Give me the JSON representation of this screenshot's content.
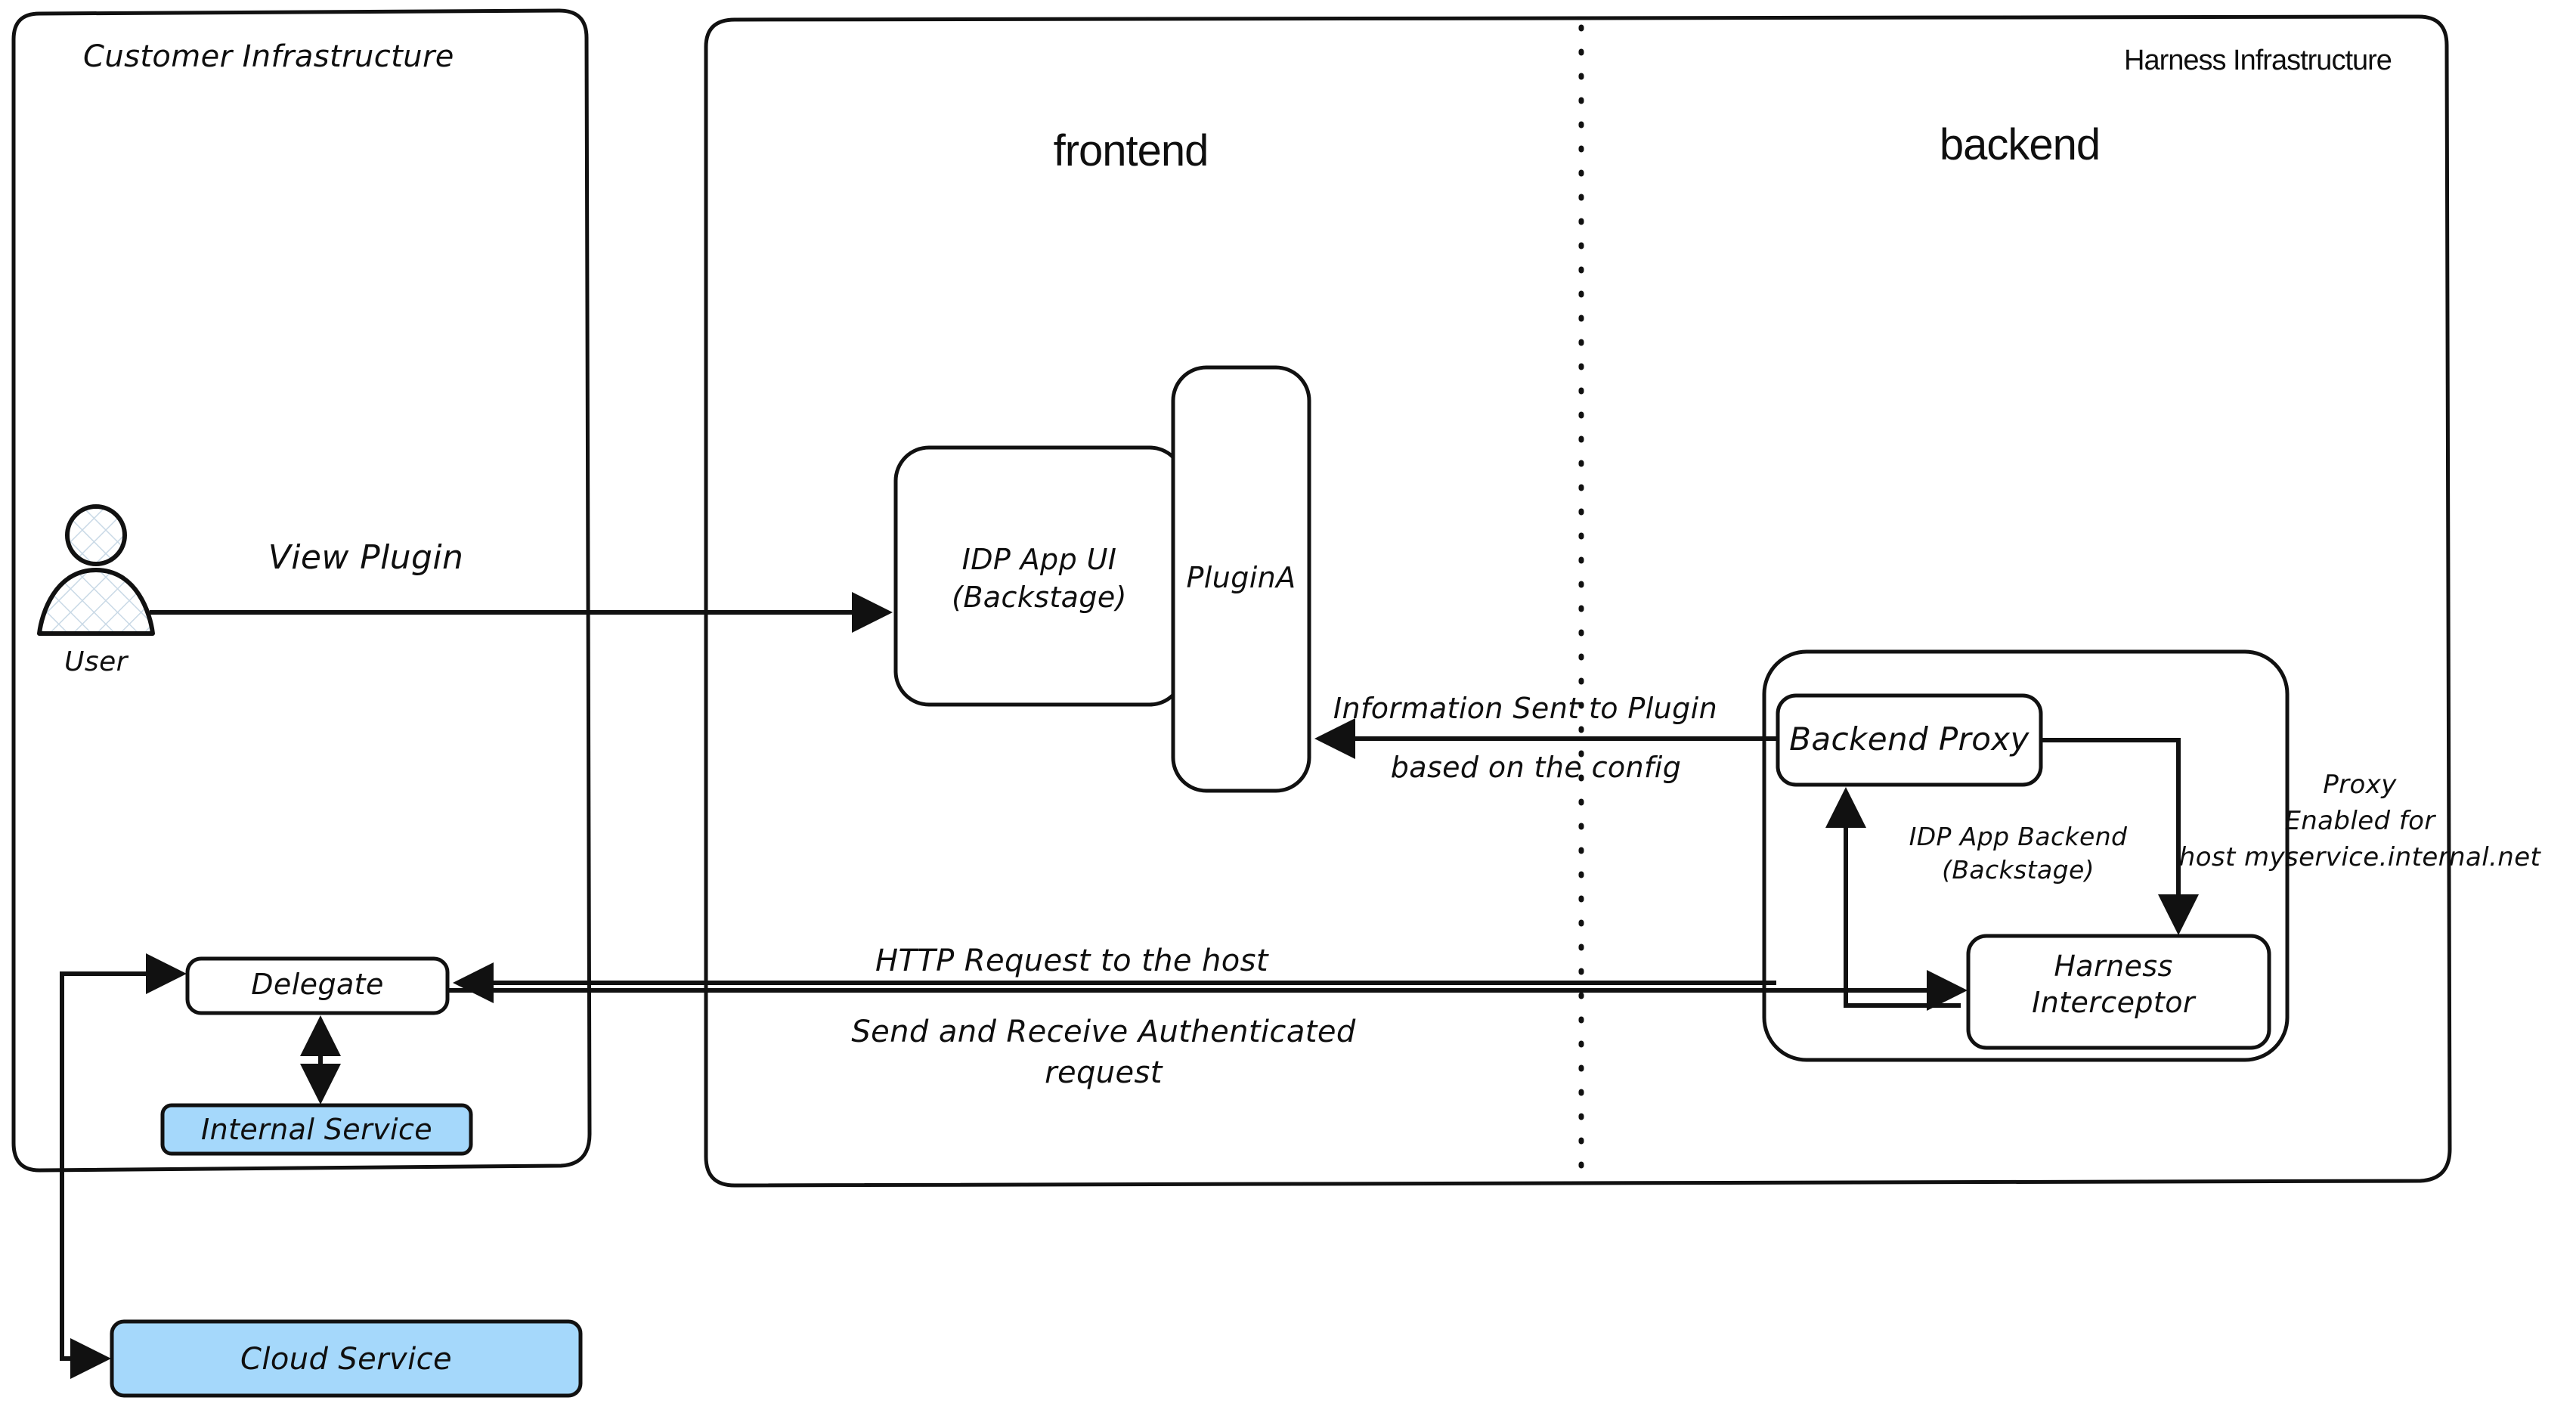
{
  "diagram": {
    "title": "Harness IDP Plugin Proxy Architecture",
    "background": "#ffffff",
    "stroke_color": "#111111",
    "accent_blue": "#a5d8fb"
  },
  "containers": {
    "customer_infra": {
      "label": "Customer Infrastructure"
    },
    "harness_infra": {
      "label": "Harness Infrastructure"
    },
    "frontend": {
      "label": "frontend"
    },
    "backend": {
      "label": "backend"
    },
    "idp_app_backend": {
      "label_line1": "IDP App Backend",
      "label_line2": "(Backstage)"
    }
  },
  "nodes": {
    "user": {
      "label": "User",
      "icon": "user-actor-icon"
    },
    "idp_app_ui": {
      "label_line1": "IDP App UI",
      "label_line2": "(Backstage)"
    },
    "plugin_a": {
      "label": "PluginA"
    },
    "backend_proxy": {
      "label": "Backend Proxy"
    },
    "harness_interceptor": {
      "label_line1": "Harness",
      "label_line2": "Interceptor"
    },
    "delegate": {
      "label": "Delegate"
    },
    "internal_service": {
      "label": "Internal Service",
      "fill": "#a5d8fb"
    },
    "cloud_service": {
      "label": "Cloud Service",
      "fill": "#a5d8fb"
    }
  },
  "edge_labels": {
    "view_plugin": "View Plugin",
    "information_sent_line1": "Information Sent to Plugin",
    "information_sent_line2": "based on the config",
    "http_request": "HTTP Request to the host",
    "send_receive_line1": "Send and Receive Authenticated",
    "send_receive_line2": "request",
    "proxy_enabled_line1": "Proxy",
    "proxy_enabled_line2": "Enabled for",
    "proxy_enabled_line3": "host myservice.internal.net"
  }
}
